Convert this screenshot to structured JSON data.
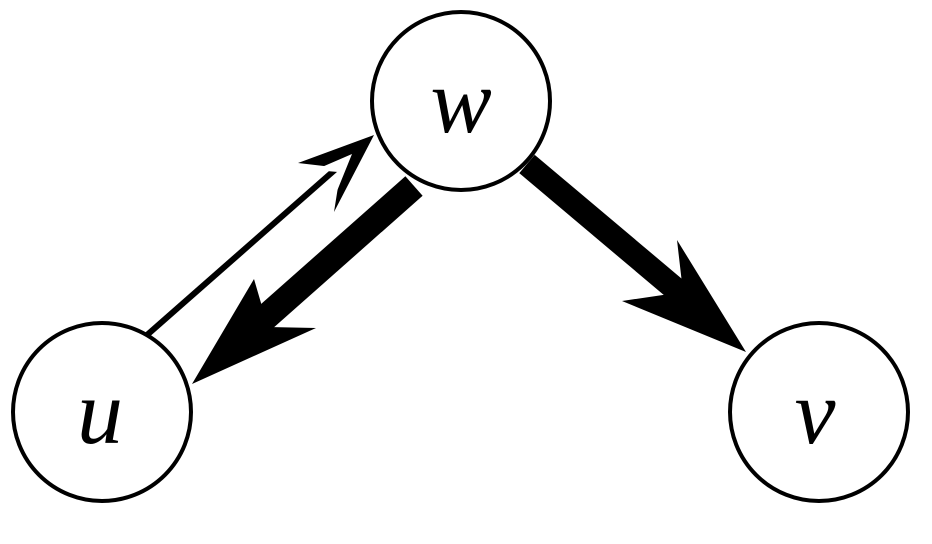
{
  "diagram": {
    "type": "directed-graph",
    "nodes": [
      {
        "id": "u",
        "label": "u"
      },
      {
        "id": "w",
        "label": "w"
      },
      {
        "id": "v",
        "label": "v"
      }
    ],
    "edges": [
      {
        "from": "u",
        "to": "w",
        "weight": "thin"
      },
      {
        "from": "w",
        "to": "u",
        "weight": "thick"
      },
      {
        "from": "w",
        "to": "v",
        "weight": "thick"
      }
    ]
  },
  "colors": {
    "stroke": "#000000",
    "background": "#ffffff"
  }
}
